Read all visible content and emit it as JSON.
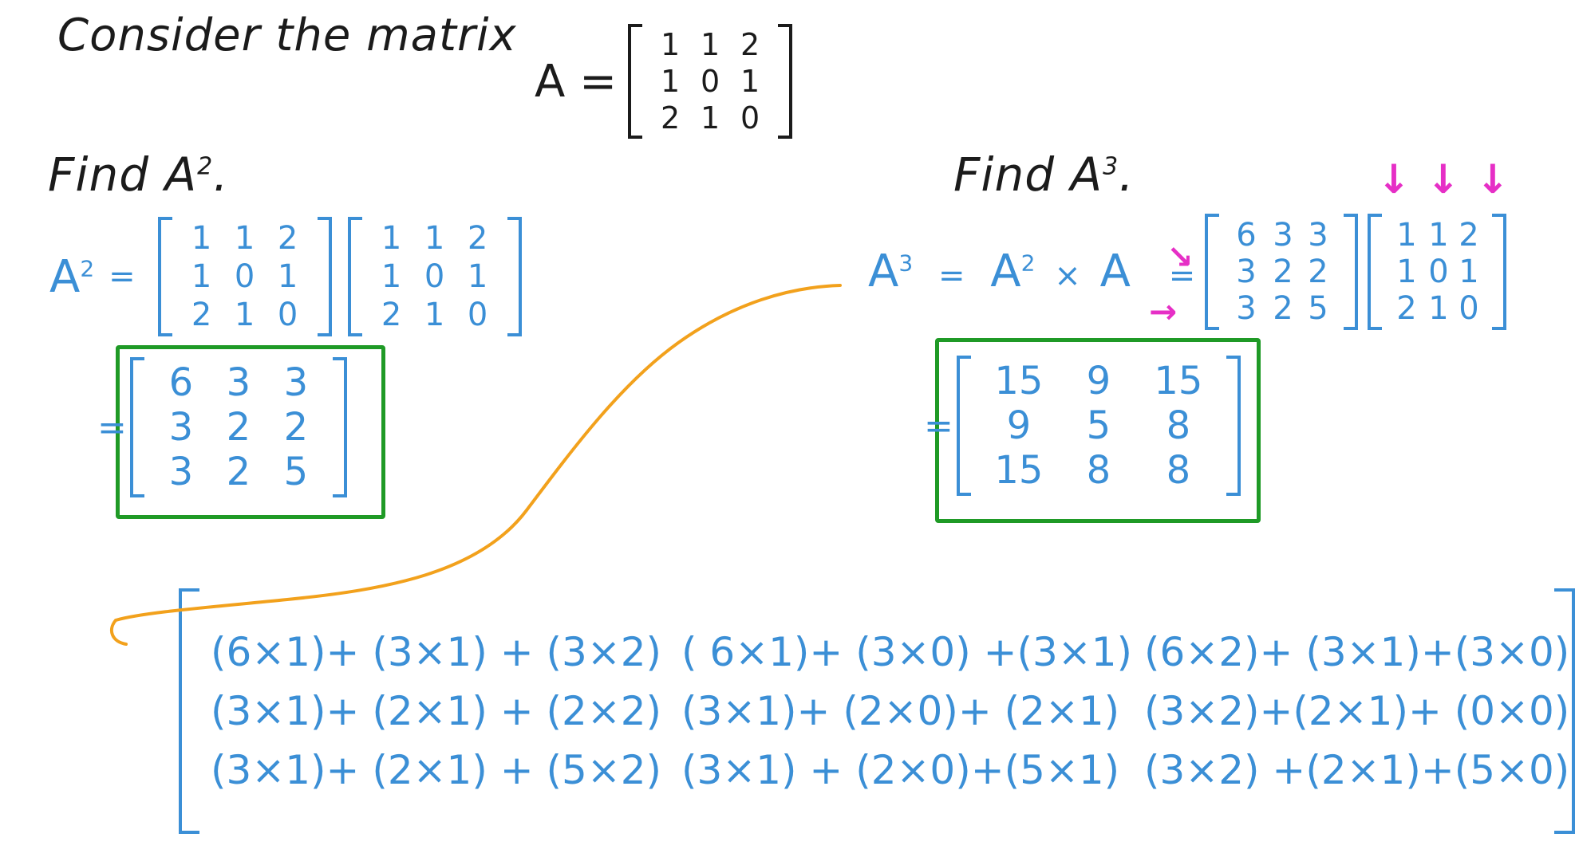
{
  "header": {
    "title": "Consider the matrix",
    "matrix_label": "A =",
    "matrix_A": [
      [
        "1",
        "1",
        "2"
      ],
      [
        "1",
        "0",
        "1"
      ],
      [
        "2",
        "1",
        "0"
      ]
    ]
  },
  "left": {
    "heading_find": "Find A",
    "heading_sup": "2",
    "heading_dot": ".",
    "lhs": "A",
    "lhs_sup": "2",
    "eq": "=",
    "factor1": [
      [
        "1",
        "1",
        "2"
      ],
      [
        "1",
        "0",
        "1"
      ],
      [
        "2",
        "1",
        "0"
      ]
    ],
    "factor2": [
      [
        "1",
        "1",
        "2"
      ],
      [
        "1",
        "0",
        "1"
      ],
      [
        "2",
        "1",
        "0"
      ]
    ],
    "result_eq": "=",
    "result": [
      [
        "6",
        "3",
        "3"
      ],
      [
        "3",
        "2",
        "2"
      ],
      [
        "3",
        "2",
        "5"
      ]
    ]
  },
  "right": {
    "heading_find": "Find A",
    "heading_sup": "3",
    "heading_dot": ".",
    "lhs": "A",
    "lhs_sup": "3",
    "eq1": "=",
    "mid": "A",
    "mid_sup": "2",
    "times": "×",
    "mid2": "A",
    "eq2": "=",
    "factor1": [
      [
        "6",
        "3",
        "3"
      ],
      [
        "3",
        "2",
        "2"
      ],
      [
        "3",
        "2",
        "5"
      ]
    ],
    "factor2": [
      [
        "1",
        "1",
        "2"
      ],
      [
        "1",
        "0",
        "1"
      ],
      [
        "2",
        "1",
        "0"
      ]
    ],
    "result_eq": "=",
    "result": [
      [
        "15",
        "9",
        "15"
      ],
      [
        "9",
        "5",
        "8"
      ],
      [
        "15",
        "8",
        "8"
      ]
    ],
    "arrow_down": "↓",
    "arrow_right": "→",
    "arrow_diag": "↘"
  },
  "expansion": {
    "rows": [
      [
        "(6×1)+ (3×1) + (3×2)",
        "( 6×1)+ (3×0) +(3×1)",
        "(6×2)+ (3×1)+(3×0)"
      ],
      [
        "(3×1)+ (2×1) + (2×2)",
        "(3×1)+ (2×0)+ (2×1)",
        "(3×2)+(2×1)+ (0×0)"
      ],
      [
        "(3×1)+ (2×1) + (5×2)",
        "(3×1) + (2×0)+(5×1)",
        "(3×2) +(2×1)+(5×0)"
      ]
    ]
  },
  "colors": {
    "black_ink": "#1b1b1b",
    "blue_ink": "#3b8fd6",
    "green_box": "#1f9a26",
    "orange_curve": "#f2a11c",
    "pink_arrows": "#e62fc6"
  }
}
